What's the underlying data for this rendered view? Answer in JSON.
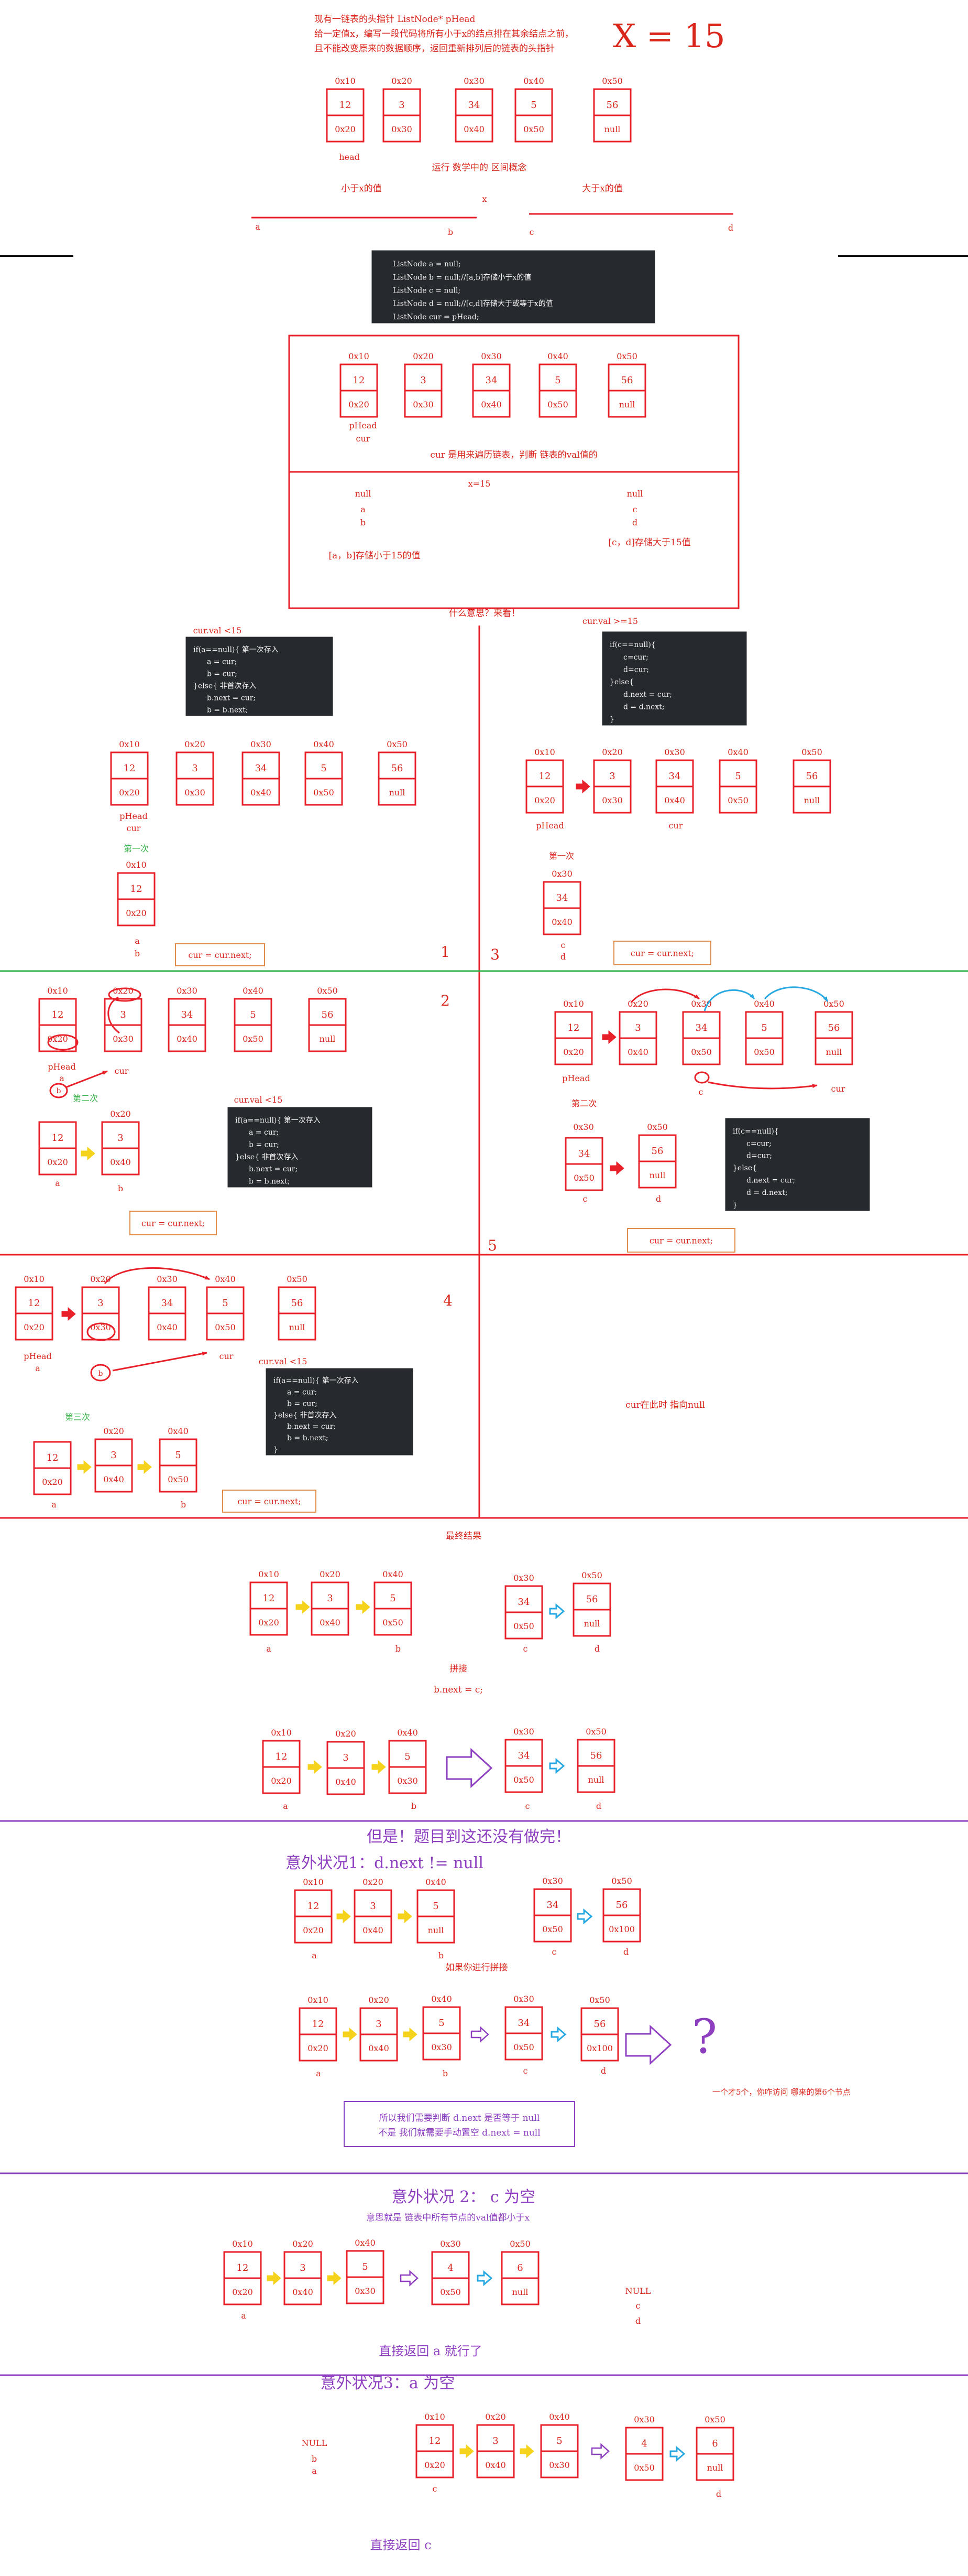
{
  "header": {
    "line1": "现有一链表的头指针 ListNode* pHead",
    "line2": "给一定值x，编写一段代码将所有小于x的结点排在其余结点之前，",
    "line3": "且不能改变原来的数据顺序，返回重新排列后的链表的头指针",
    "x_value": "X = 15",
    "interval_note": "运行 数学中的 区间概念",
    "less_than_x": "小于x的值",
    "greater_than_x": "大于x的值",
    "axis_a": "a",
    "axis_b": "b",
    "axis_x": "x",
    "axis_c": "c",
    "axis_d": "d"
  },
  "colors": {
    "node_border": "#e8202a",
    "red_text": "#d9261c",
    "purple": "#8e3fc0",
    "yellow_arrow": "#f5d31c",
    "cyan_arrow": "#29a9e1",
    "green_divider": "#2eb34b",
    "green_text": "#38b54a",
    "code_bg": "#262a2e",
    "orange_box": "#e08c4b"
  },
  "labels": {
    "phead": "pHead",
    "head": "head",
    "cur": "cur",
    "a": "a",
    "b": "b",
    "c": "c",
    "d": "d",
    "null": "null",
    "NULL": "NULL",
    "x15": "x=15",
    "cur_desc": "cur 是用来遍历链表，判断 链表的val值的",
    "ab_store": "[a，b]存储小于15的值",
    "cd_store": "[c，d]存储大于15值",
    "what_means": "什么意思？来看！",
    "cond_lt": "cur.val <15",
    "cond_gt": "cur.val >=15",
    "first": "第一次",
    "second": "第二次",
    "third": "第三次",
    "cur_next": "cur = cur.next;",
    "step1": "1",
    "step2": "2",
    "step3": "3",
    "step4": "4",
    "step5": "5",
    "cur_now_null": "cur在此时 指向null",
    "final": "最终结果",
    "splice": "拼接",
    "bnext_c": "b.next = c;",
    "but_title": "但是！题目到这还没有做完！",
    "case1_title": "意外状况1：d.next != null",
    "case1_splice": "如果你进行拼接",
    "case1_note": "一个才5个，你咋访问 哪来的第6个节点",
    "case1_box_l1": "所以我们需要判断 d.next 是否等于 null",
    "case1_box_l2": "不是 我们就需要手动置空 d.next = null",
    "case2_title": "意外状况 2： c  为空",
    "case2_sub": "意思就是 链表中所有节点的val值都小于x",
    "case2_return": "直接返回 a 就行了",
    "case3_title": "意外状况3：a 为空",
    "case3_return": "直接返回 c"
  },
  "code": {
    "decl": [
      "ListNode a = null;",
      "ListNode b = null;//[a,b]存储小于x的值",
      "ListNode c = null;",
      "ListNode d = null;//[c,d]存储大于或等于x的值",
      "ListNode cur = pHead;"
    ],
    "lt_block": [
      "if(a==null){ 第一次存入",
      "a = cur;",
      "b = cur;",
      "}else{ 非首次存入",
      "b.next = cur;",
      "b = b.next;"
    ],
    "gt_block": [
      "if(c==null){",
      "c=cur;",
      "d=cur;",
      "}else{",
      "d.next = cur;",
      "d = d.next;",
      "}"
    ],
    "lt_block_full": [
      "if(a==null){ 第一次存入",
      "a = cur;",
      "b = cur;",
      "}else{ 非首次存入",
      "b.next = cur;",
      "b = b.next;",
      "}"
    ]
  },
  "list": {
    "addrs": [
      "0x10",
      "0x20",
      "0x30",
      "0x40",
      "0x50"
    ],
    "vals": [
      "12",
      "3",
      "34",
      "5",
      "56"
    ],
    "nexts": [
      "0x20",
      "0x30",
      "0x40",
      "0x50",
      "null"
    ]
  },
  "misc": {
    "addr_0x100": "0x100",
    "val_4": "4",
    "val_6": "6",
    "qmark": "?"
  }
}
